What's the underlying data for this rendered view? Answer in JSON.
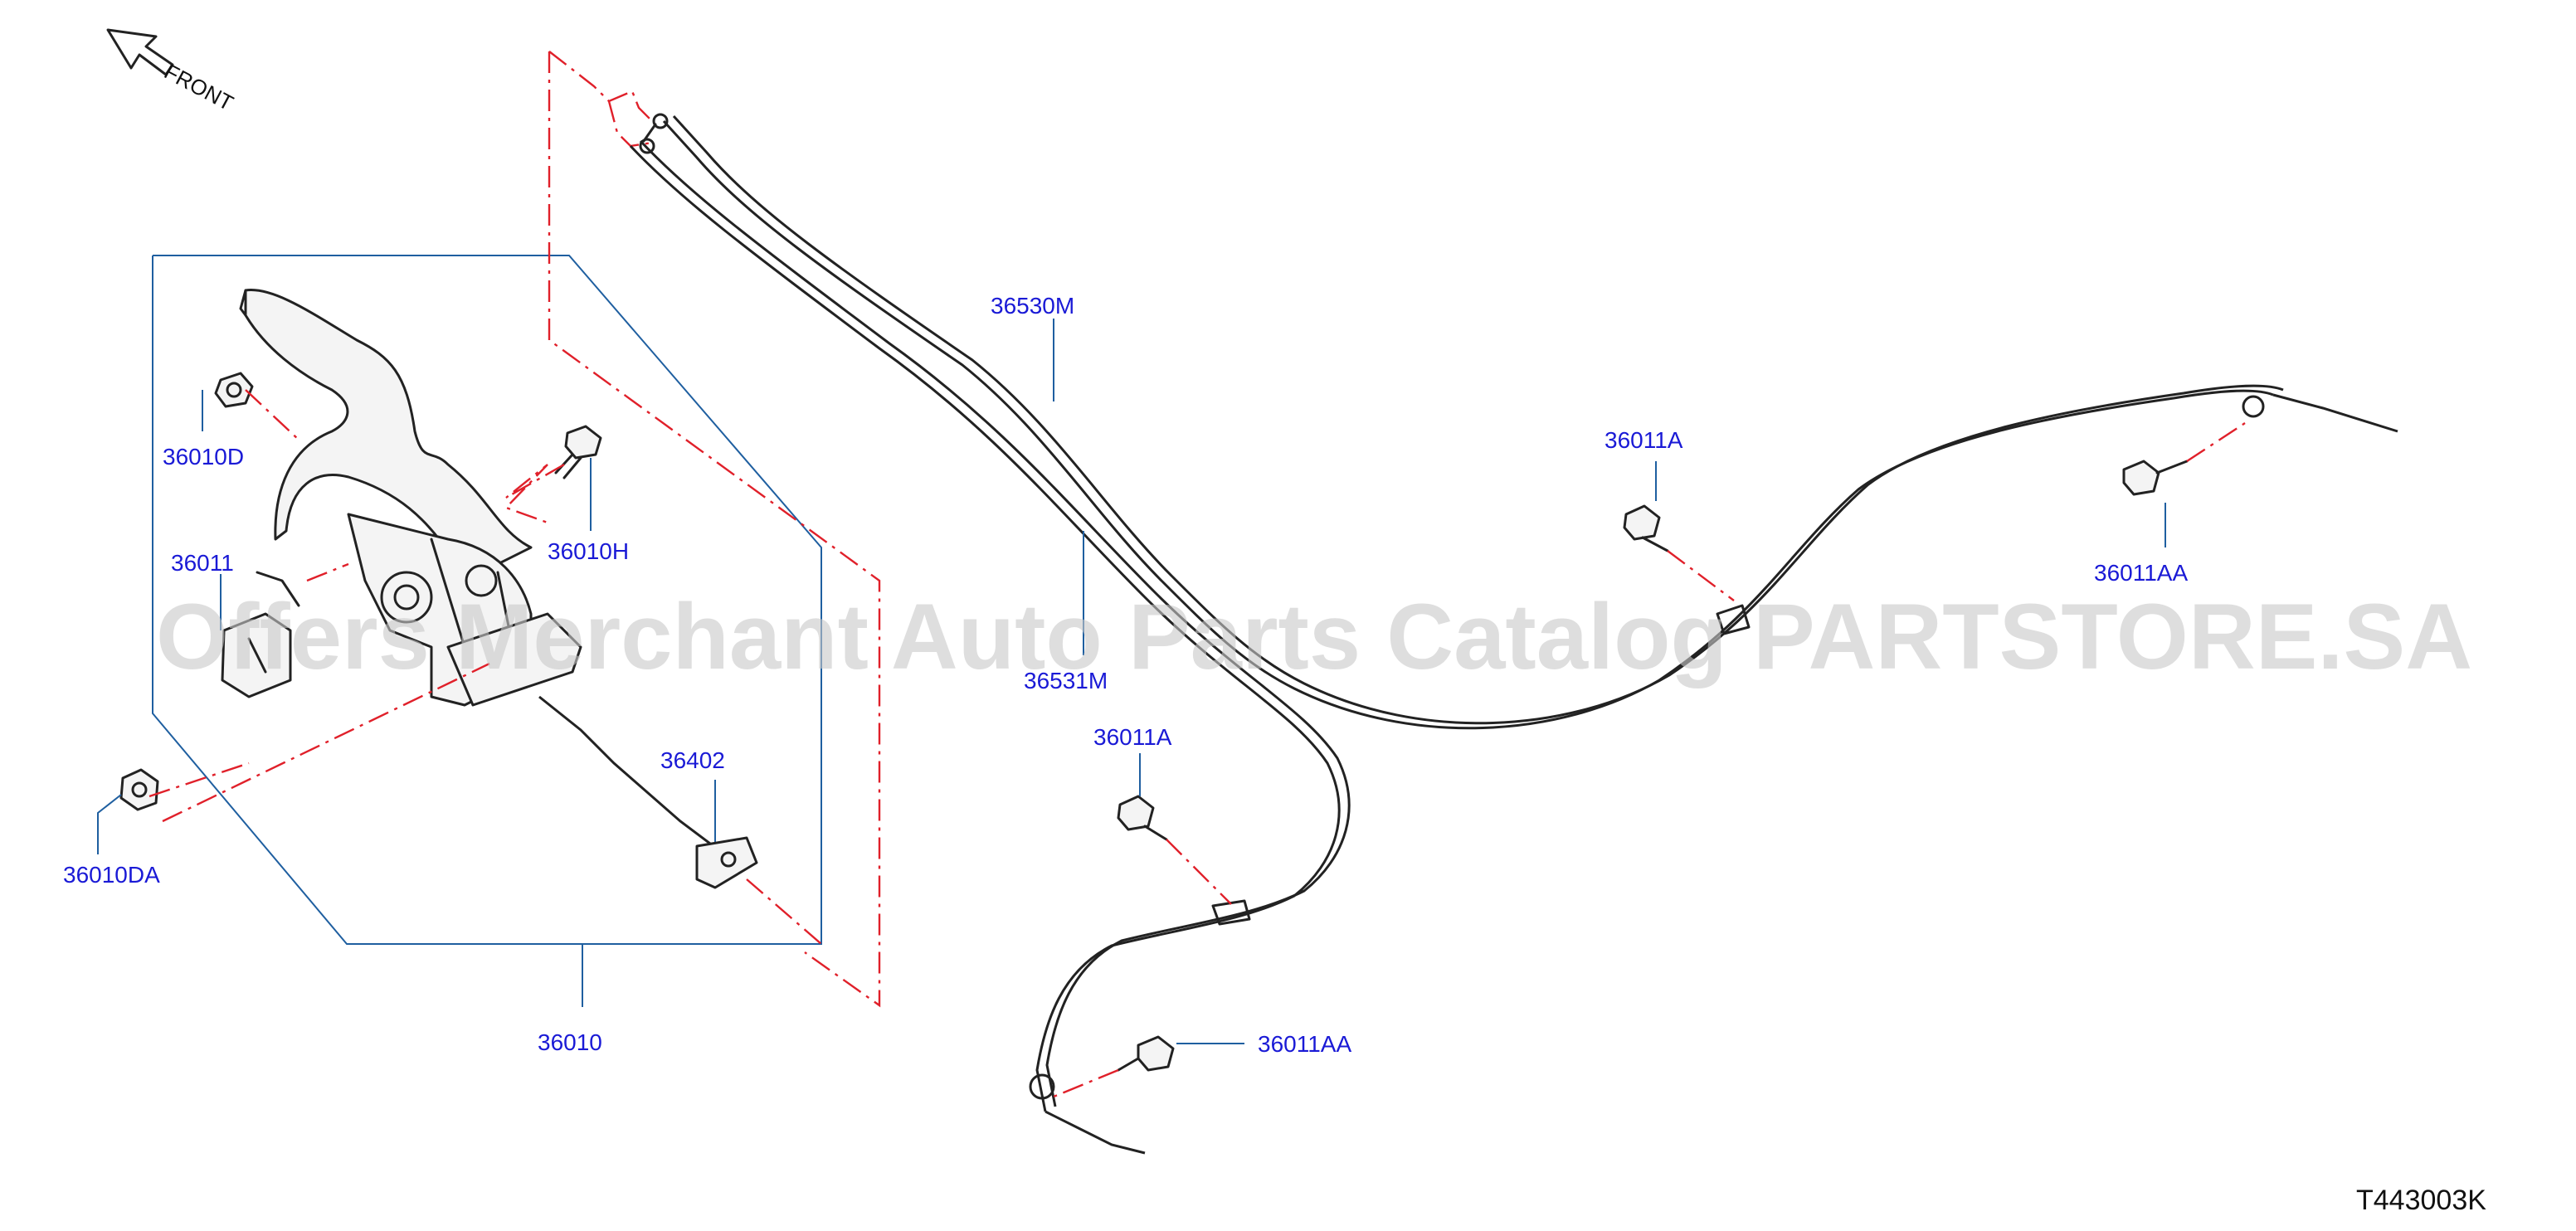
{
  "front_label": "FRONT",
  "watermark": "Offers Merchant Auto Parts Catalog PARTSTORE.SA",
  "diagram_code": "T443003K",
  "callouts": {
    "c36010D": "36010D",
    "c36010H": "36010H",
    "c36011": "36011",
    "c36010DA": "36010DA",
    "c36402": "36402",
    "c36010": "36010",
    "c36530M": "36530M",
    "c36531M": "36531M",
    "c36011A_top": "36011A",
    "c36011AA_right": "36011AA",
    "c36011A_mid": "36011A",
    "c36011AA_bottom": "36011AA"
  },
  "colors": {
    "callout_text": "#1a1ad6",
    "leader_line": "#1f5fa0",
    "phantom_line": "#e0202a",
    "part_outline": "#222222"
  }
}
